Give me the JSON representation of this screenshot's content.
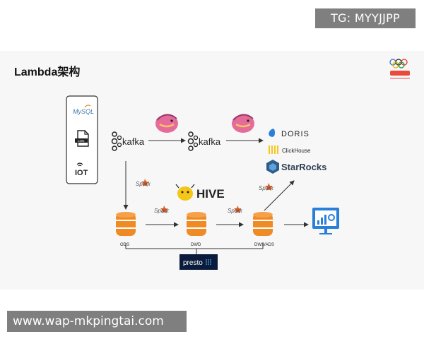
{
  "watermark": {
    "text": "TG: MYYJJPP"
  },
  "slide": {
    "title": "Lambda架构"
  },
  "logo": {
    "subtitle": ""
  },
  "sources": {
    "mysql": "MySQL",
    "log": "LOG",
    "iot": "IOT"
  },
  "tools": {
    "kafka": "kafka",
    "spark": "Spark",
    "hive": "HIVE",
    "presto": "presto",
    "doris": "DORIS",
    "clickhouse": "ClickHouse",
    "starrocks": "StarRocks"
  },
  "layers": {
    "ods": "ODS",
    "dwd": "DWD",
    "dws": "DWS/ADS"
  },
  "footer": {
    "url": "www.wap-mkpingtai.com"
  },
  "colors": {
    "storage": "#f08a24",
    "kafka": "#222222",
    "flink": "#e05a8c",
    "spark": "#e25a1c",
    "hive": "#f5c518",
    "starrocks": "#2f5d8a",
    "dashboard": "#2a7fd8"
  }
}
